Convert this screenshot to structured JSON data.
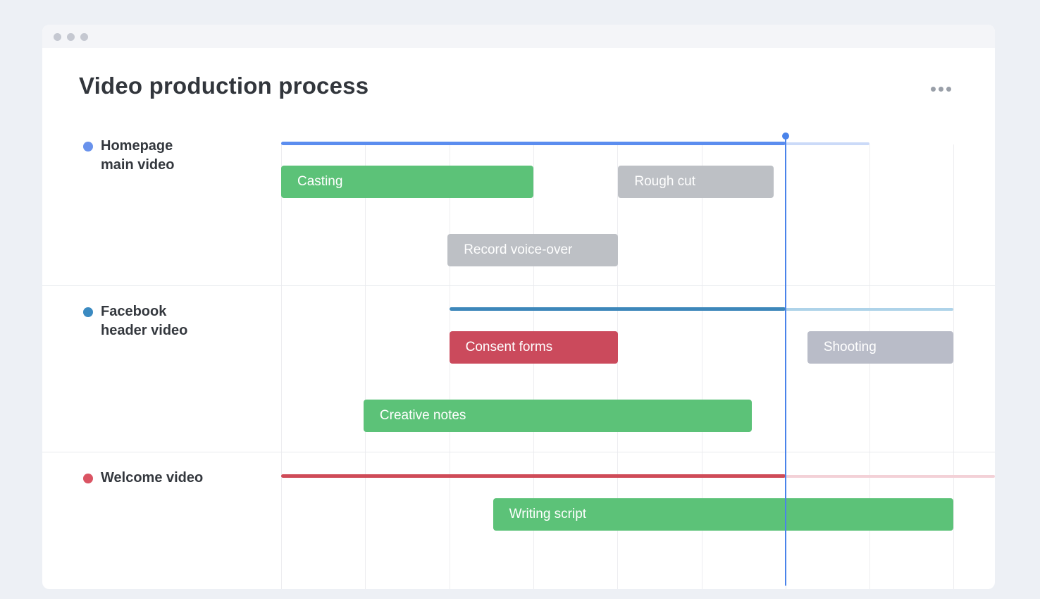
{
  "header": {
    "title": "Video production process",
    "menu_icon": "ellipsis-horizontal"
  },
  "window": {
    "controls_icon": "window-control-dots",
    "controls_color": "#c5c8d1"
  },
  "colors": {
    "page_background": "#edf0f5",
    "window_background": "#ffffff",
    "titlebar_background": "#f4f5f8",
    "grid_line": "#ededf0",
    "lane_divider": "#e8eaee",
    "today_marker": "#4a83ea",
    "task_text": "#ffffff"
  },
  "chart_data": {
    "type": "gantt",
    "title": "Video production process",
    "axis": {
      "gridlines": true,
      "visible_columns": 9,
      "tick_labels": [],
      "today_col": 6
    },
    "today_color": "#4a83ea",
    "groups": [
      {
        "name": "Homepage main video",
        "name_lines": [
          "Homepage",
          "main video"
        ],
        "dot_color": "#6992ec",
        "timeline": {
          "start": 0,
          "end": 6,
          "projected_end": 7,
          "color": "#5b8def",
          "projected_color": "#cbdaf8"
        },
        "tasks": [
          {
            "label": "Casting",
            "start": 0,
            "end": 3,
            "row": 0,
            "color": "#5cc278"
          },
          {
            "label": "Rough cut",
            "start": 4.01,
            "end": 5.86,
            "row": 0,
            "color": "#bdc0c5"
          },
          {
            "label": "Record voice-over",
            "start": 1.98,
            "end": 4.01,
            "row": 1,
            "color": "#bdc0c5"
          }
        ]
      },
      {
        "name": "Facebook header video",
        "name_lines": [
          "Facebook",
          "header video"
        ],
        "dot_color": "#3b8ac1",
        "timeline": {
          "start": 2,
          "end": 6,
          "projected_end": 8,
          "color": "#3d87ba",
          "projected_color": "#aed3e9"
        },
        "tasks": [
          {
            "label": "Consent forms",
            "start": 2,
            "end": 4.01,
            "row": 0,
            "color": "#cb4a5c"
          },
          {
            "label": "Shooting",
            "start": 6.26,
            "end": 8,
            "row": 0,
            "color": "#b9bcc8"
          },
          {
            "label": "Creative notes",
            "start": 0.98,
            "end": 5.6,
            "row": 1,
            "color": "#5cc278"
          }
        ]
      },
      {
        "name": "Welcome video",
        "name_lines": [
          "Welcome video"
        ],
        "dot_color": "#da5463",
        "timeline": {
          "start": 0,
          "end": 6,
          "projected_end": 8.49,
          "color": "#cf4b58",
          "projected_color": "#f3d1d7"
        },
        "tasks": [
          {
            "label": "Writing script",
            "start": 2.52,
            "end": 8,
            "row": 0,
            "color": "#5cc278"
          }
        ]
      }
    ]
  }
}
